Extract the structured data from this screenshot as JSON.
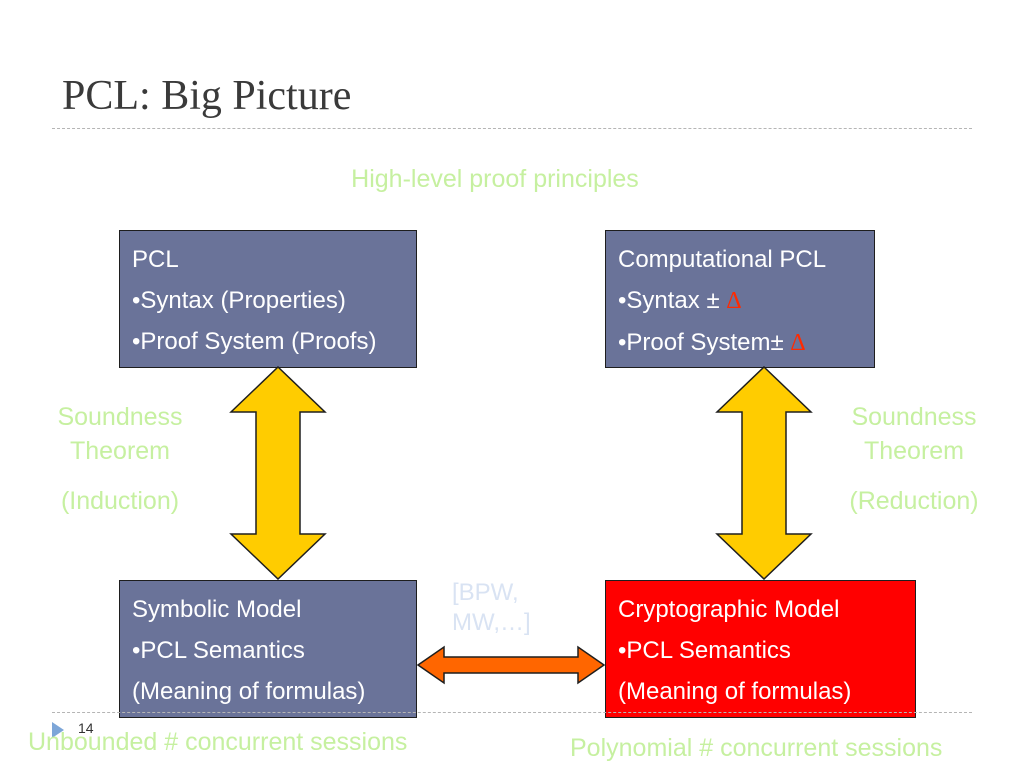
{
  "title": "PCL: Big Picture",
  "top_label": "High-level proof principles",
  "boxes": {
    "pcl": {
      "line1": "PCL",
      "line2": "•Syntax (Properties)",
      "line3": "•Proof System (Proofs)"
    },
    "comp_pcl": {
      "line1": "Computational PCL",
      "line2": "•Syntax ± ",
      "line3": "•Proof System± ",
      "delta": "Δ"
    },
    "symbolic": {
      "line1": "Symbolic Model",
      "line2": "•PCL Semantics",
      "line3": "(Meaning of formulas)"
    },
    "crypto": {
      "line1": "Cryptographic Model",
      "line2": "•PCL Semantics",
      "line3": "(Meaning of formulas)"
    }
  },
  "left_label": {
    "line1": "Soundness",
    "line2": "Theorem",
    "line3": "(Induction)"
  },
  "right_label": {
    "line1": "Soundness",
    "line2": "Theorem",
    "line3": "(Reduction)"
  },
  "reference": {
    "line1": "[BPW,",
    "line2": "MW,…]"
  },
  "bottom_left": "Unbounded # concurrent sessions",
  "bottom_right": "Polynomial # concurrent sessions",
  "page_number": "14",
  "colors": {
    "box_blue": "#6a7399",
    "box_red": "#ff0000",
    "label_green": "#c6f0a0",
    "arrow_yellow": "#ffcc00",
    "arrow_orange": "#ff6600",
    "delta_red": "#ff2a00"
  }
}
